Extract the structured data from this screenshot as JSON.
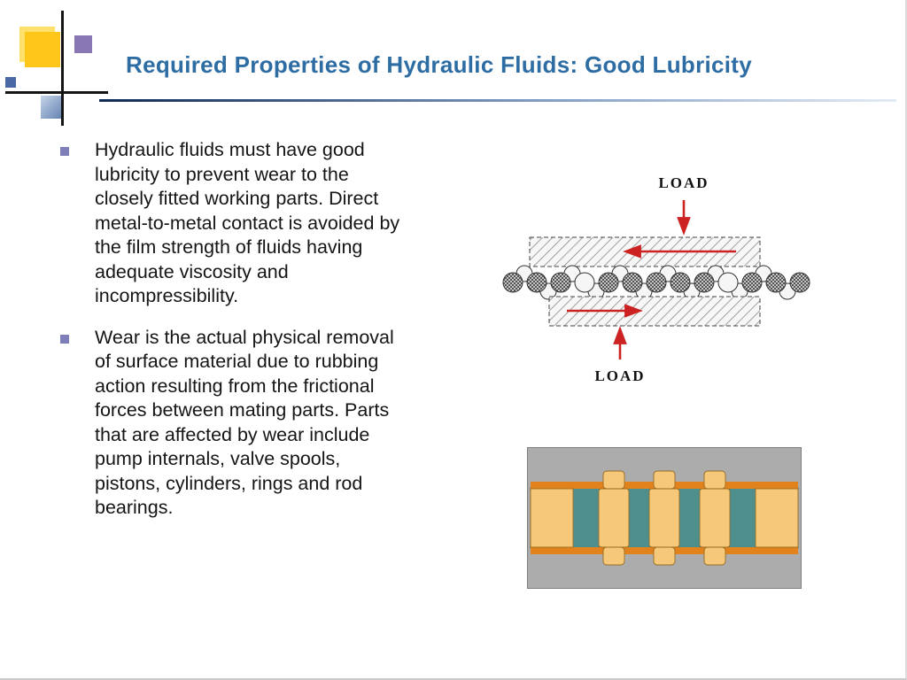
{
  "slide": {
    "title": "Required Properties of Hydraulic Fluids: Good Lubricity",
    "bullets": [
      "Hydraulic fluids must have good lubricity to prevent wear to the closely fitted working parts. Direct metal-to-metal contact is avoided by the film strength of fluids having adequate viscosity and incompressibility.",
      "Wear is the actual physical removal of surface material due to rubbing action resulting from the frictional forces between mating parts.  Parts that are affected by wear include pump internals, valve spools, pistons, cylinders, rings and rod bearings."
    ]
  },
  "friction_diagram": {
    "load_top_label": "LOAD",
    "load_bottom_label": "LOAD"
  },
  "colors": {
    "title_blue": "#2E6DA4",
    "bullet_marker": "#7E7EB8",
    "arrow_red": "#CC2222",
    "decoration_yellow": "#FFC61A",
    "decoration_purple": "#8877B3",
    "spool_gray": "#ACACAC",
    "spool_teal": "#4E8E8C",
    "spool_orange": "#E2821C",
    "spool_tan": "#F6C97A"
  }
}
